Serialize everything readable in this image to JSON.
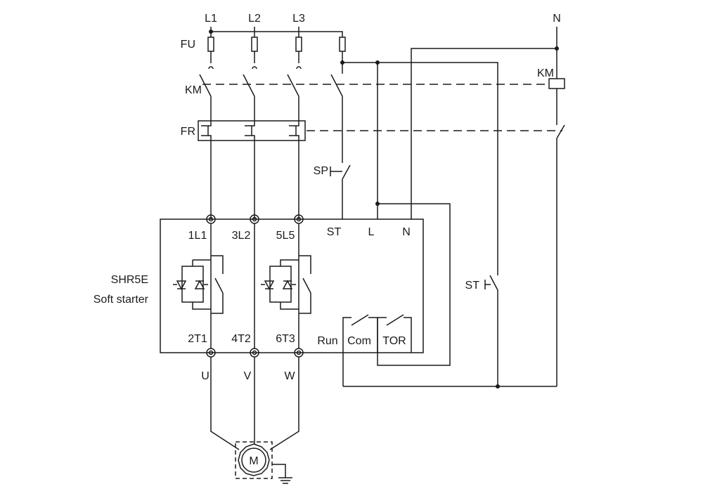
{
  "lines": {
    "l1": "L1",
    "l2": "L2",
    "l3": "L3",
    "n": "N"
  },
  "components": {
    "fuse": "FU",
    "contactor": "KM",
    "coil": "KM",
    "overload_relay": "FR",
    "stop_button": "SP",
    "start_button": "ST",
    "motor": "M"
  },
  "starter": {
    "model": "SHR5E",
    "description": "Soft starter",
    "inputs": [
      "1L1",
      "3L2",
      "5L5"
    ],
    "control_terminals": [
      "ST",
      "L",
      "N"
    ],
    "outputs": [
      "2T1",
      "4T2",
      "6T3"
    ],
    "relay_terminals": [
      "Run",
      "Com",
      "TOR"
    ]
  },
  "motor_phases": [
    "U",
    "V",
    "W"
  ],
  "colors": {
    "line": "#1a1a1a",
    "background": "#ffffff"
  }
}
